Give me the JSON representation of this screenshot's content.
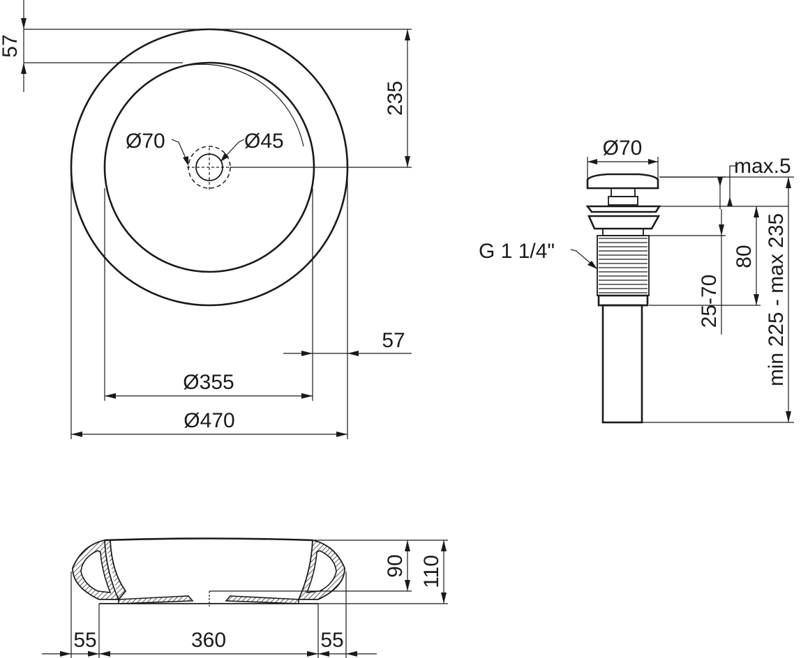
{
  "top_view": {
    "dim_rim_width_top": "57",
    "dim_radius": "235",
    "dim_outlet_outer": "Ø70",
    "dim_outlet_inner": "Ø45",
    "dim_rim_width_side": "57",
    "dim_inner_diameter": "Ø355",
    "dim_outer_diameter": "Ø470"
  },
  "drain_view": {
    "dim_cap_diameter": "Ø70",
    "dim_cap_lift": "max.5",
    "thread_label": "G 1 1/4\"",
    "dim_thread_length": "80",
    "dim_clamp_range": "25-70",
    "dim_total_length": "min 225 - max 235"
  },
  "section_view": {
    "dim_inner_depth": "90",
    "dim_total_height": "110",
    "dim_left_wall": "55",
    "dim_base_width": "360",
    "dim_right_wall": "55"
  },
  "colors": {
    "line": "#1a1a1a",
    "background": "#ffffff"
  }
}
